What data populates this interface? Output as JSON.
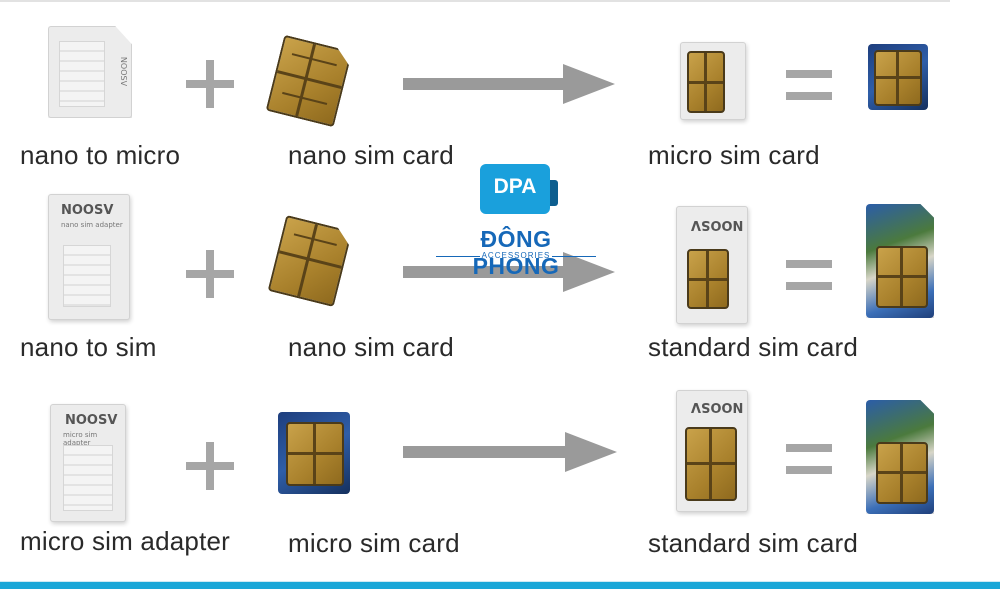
{
  "logo": {
    "badge": "DPA",
    "name": "ĐÔNG PHONG",
    "tagline": "ACCESSORIES"
  },
  "rows": [
    {
      "adapter_label": "nano to micro",
      "input_label": "nano sim card",
      "result_label": "micro sim card"
    },
    {
      "adapter_label": "nano to sim",
      "input_label": "nano sim card",
      "result_label": "standard sim card"
    },
    {
      "adapter_label": "micro sim adapter",
      "input_label": "micro sim card",
      "result_label": "standard sim card"
    }
  ],
  "adapter_text": {
    "brand": "NOOSV",
    "row2_sub": "nano sim adapter",
    "row3_sub": "micro sim adapter",
    "row1_side": "NOOSV",
    "row2_rot": "NOOSV",
    "row3_rot": "NOOSV"
  },
  "colors": {
    "accent": "#1aa7d8",
    "logo_blue": "#1668b8",
    "symbol_gray": "#a6a6a6"
  }
}
